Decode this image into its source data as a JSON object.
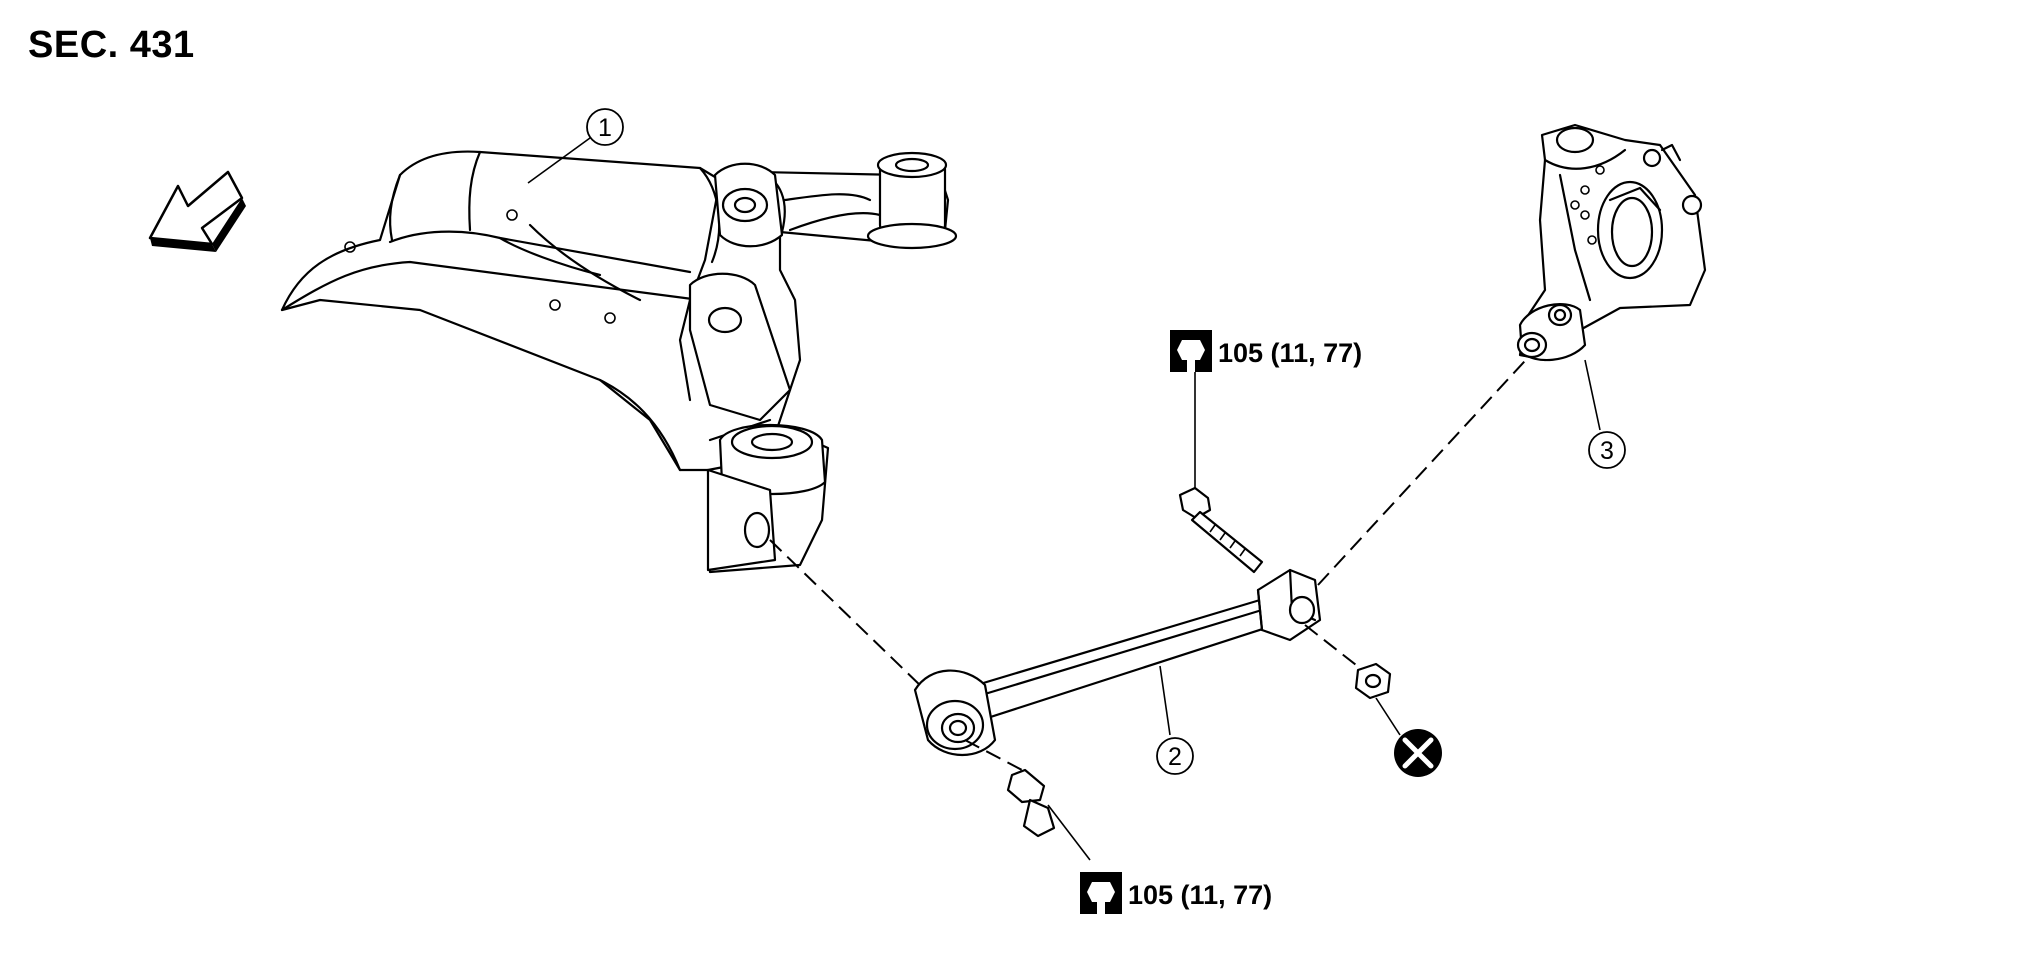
{
  "header": {
    "section": "SEC. 431"
  },
  "callouts": [
    {
      "id": "1",
      "number": "1"
    },
    {
      "id": "2",
      "number": "2"
    },
    {
      "id": "3",
      "number": "3"
    }
  ],
  "torque_specs": [
    {
      "id": "upper",
      "value": "105 (11, 77)",
      "icon": "torque-wrench-icon"
    },
    {
      "id": "lower",
      "value": "105 (11, 77)",
      "icon": "torque-wrench-icon"
    }
  ],
  "symbols": {
    "direction_arrow": "front-direction-arrow-icon",
    "non_reusable": "non-reusable-part-icon"
  }
}
